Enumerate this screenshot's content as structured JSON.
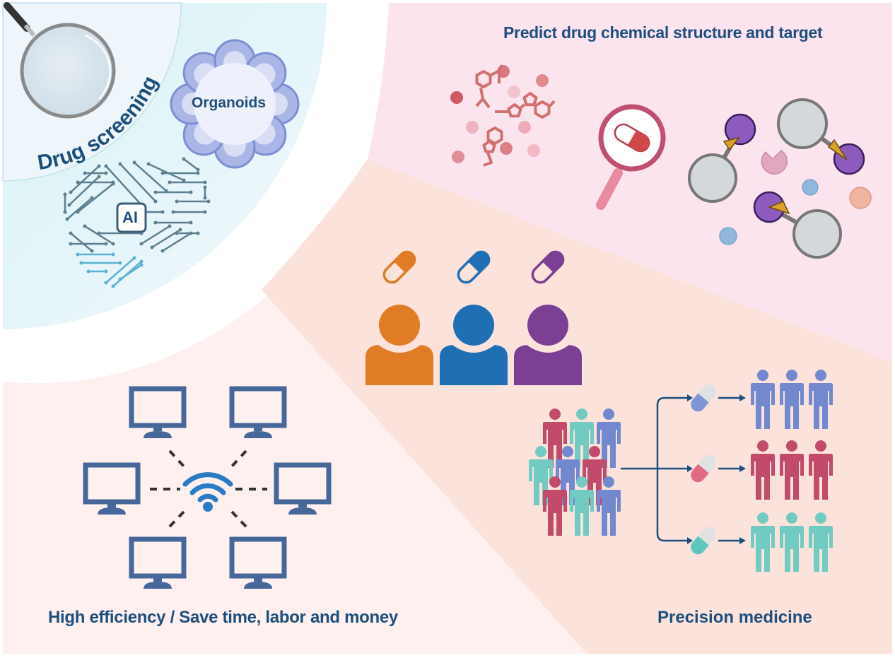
{
  "figure": {
    "title": "Drug screening overview"
  },
  "sections": {
    "drug_screening": {
      "label": "Drug screening",
      "icon": "magnifying-glass-icon",
      "items": [
        {
          "label": "Organoids",
          "icon": "organoid-icon"
        },
        {
          "label": "AI",
          "icon": "ai-brain-circuit-icon"
        }
      ],
      "colors": {
        "panel": "#e6f7fa",
        "accent": "#1d4f7e"
      }
    },
    "predict": {
      "label": "Predict drug chemical structure and target",
      "icons": [
        "molecule-structures-icon",
        "magnifier-pill-icon",
        "drug-target-binding-icon"
      ],
      "colors": {
        "panel": "#fce4ef",
        "molecule": "#d2706f",
        "magnifier": "#c05070",
        "receptor": "#8c5bbd",
        "ligand": "#d9a02b"
      }
    },
    "personalized": {
      "icons": [
        "patient-pill-orange",
        "patient-pill-blue",
        "patient-pill-purple"
      ],
      "colors": [
        "#e07b26",
        "#1f6fb5",
        "#7b3f94"
      ],
      "panel_color": "#fbe3dc"
    },
    "efficiency": {
      "label": "High efficiency / Save time, labor and money",
      "icons": [
        "computer-network-icon",
        "wifi-icon"
      ],
      "computers": 6,
      "colors": {
        "panel": "#fdf1ef",
        "monitor": "#46679a",
        "wifi": "#2a7bc4"
      }
    },
    "precision": {
      "label": "Precision medicine",
      "groups": [
        {
          "pill_color": "#7d97d4",
          "people_color": "#7289cf"
        },
        {
          "pill_color": "#e16a87",
          "people_color": "#c24a6a"
        },
        {
          "pill_color": "#5ec6be",
          "people_color": "#72cbc2"
        }
      ],
      "arrow_color": "#1d4f7e"
    }
  }
}
